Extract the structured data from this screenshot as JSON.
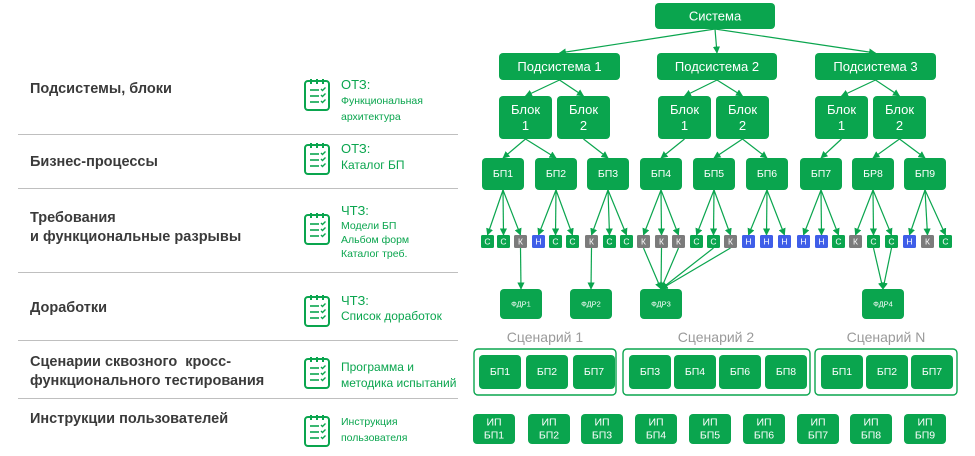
{
  "rows": [
    {
      "label": "Подсистемы, блоки",
      "doc_title": "ОТЗ:",
      "doc_lines": [
        "Функциональная",
        "архитектура"
      ]
    },
    {
      "label": "Бизнес-процессы",
      "doc_title": "ОТЗ:",
      "doc_lines": [
        "Каталог БП"
      ]
    },
    {
      "label": "Требования\nи функциональные разрывы",
      "doc_title": "ЧТЗ:",
      "doc_lines": [
        "Модели БП",
        "Альбом форм",
        "Каталог треб."
      ]
    },
    {
      "label": "Доработки",
      "doc_title": "ЧТЗ:",
      "doc_lines": [
        "Список доработок"
      ]
    },
    {
      "label": "Сценарии сквозного  кросс-\nфункционального тестирования",
      "doc_title": "",
      "doc_lines": [
        "Программа и",
        "методика испытаний"
      ]
    },
    {
      "label": "Инструкции пользователей",
      "doc_title": "",
      "doc_lines": [
        "Инструкция",
        "пользователя"
      ]
    }
  ],
  "system": "Система",
  "subsystems": [
    "Подсистема 1",
    "Подсистема 2",
    "Подсистема 3"
  ],
  "blocks": [
    [
      "Блок",
      "1"
    ],
    [
      "Блок",
      "2"
    ],
    [
      "Блок",
      "1"
    ],
    [
      "Блок",
      "2"
    ],
    [
      "Блок",
      "1"
    ],
    [
      "Блок",
      "2"
    ]
  ],
  "bps": [
    "БП1",
    "БП2",
    "БП3",
    "БП4",
    "БП5",
    "БП6",
    "БП7",
    "БР8",
    "БП9"
  ],
  "reqs": [
    "С",
    "С",
    "К",
    "Н",
    "С",
    "С",
    "К",
    "С",
    "С",
    "К",
    "К",
    "К",
    "С",
    "С",
    "К",
    "Н",
    "Н",
    "Н",
    "Н",
    "Н",
    "С",
    "К",
    "С",
    "С",
    "Н",
    "К",
    "С"
  ],
  "fdrs": [
    "ФДР1",
    "ФДР2",
    "ФДР3",
    "ФДР4"
  ],
  "scenarios": [
    {
      "title": "Сценарий 1",
      "items": [
        "БП1",
        "БП2",
        "БП7"
      ]
    },
    {
      "title": "Сценарий 2",
      "items": [
        "БП3",
        "БП4",
        "БП6",
        "БП8"
      ]
    },
    {
      "title": "Сценарий N",
      "items": [
        "БП1",
        "БП2",
        "БП7"
      ]
    }
  ],
  "instructions": [
    [
      "ИП",
      "БП1"
    ],
    [
      "ИП",
      "БП2"
    ],
    [
      "ИП",
      "БП3"
    ],
    [
      "ИП",
      "БП4"
    ],
    [
      "ИП",
      "БП5"
    ],
    [
      "ИП",
      "БП6"
    ],
    [
      "ИП",
      "БП7"
    ],
    [
      "ИП",
      "БП8"
    ],
    [
      "ИП",
      "БП9"
    ]
  ],
  "colors": {
    "green": "#0aa54e",
    "grey": "#7b7b7b",
    "blue": "#3f5ee8",
    "text": "#3a3a3a",
    "line": "#bfbfbf",
    "scenario_title": "#9a9a9a",
    "arrow": "#0aa54e"
  },
  "icons": {
    "document": "document-checklist-icon"
  }
}
